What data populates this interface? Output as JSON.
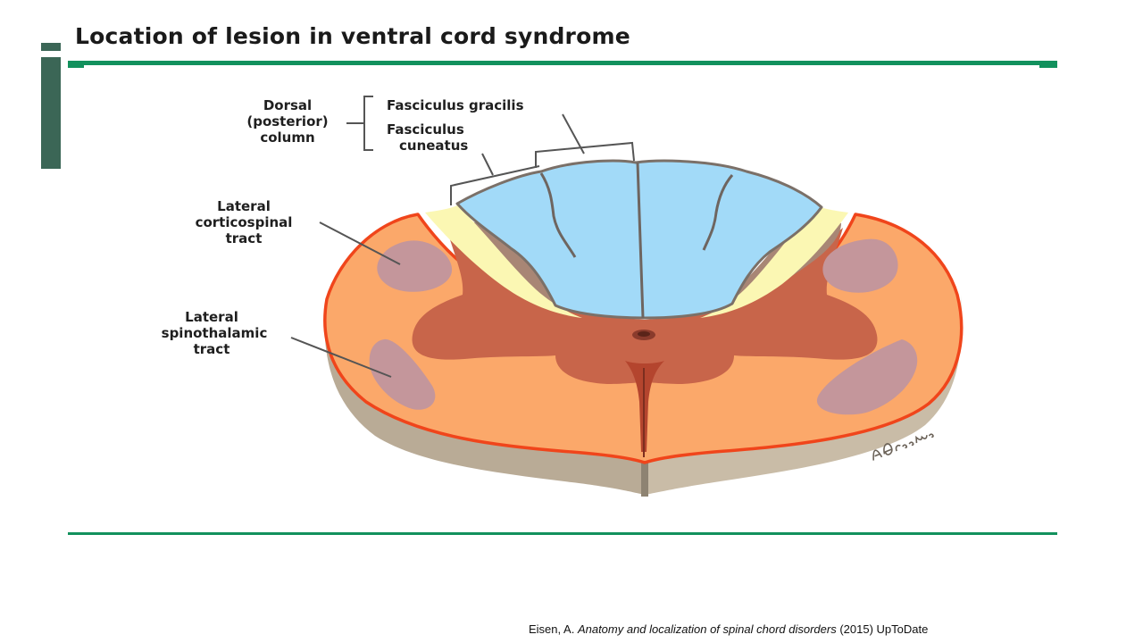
{
  "slide": {
    "title": "Location of lesion in ventral cord syndrome"
  },
  "diagram": {
    "labels": {
      "dorsal_line1": "Dorsal",
      "dorsal_line2": "(posterior)",
      "dorsal_line3": "column",
      "gracilis": "Fasciculus gracilis",
      "cuneatus_line1": "Fasciculus",
      "cuneatus_line2": "cuneatus",
      "corticospinal_line1": "Lateral",
      "corticospinal_line2": "corticospinal",
      "corticospinal_line3": "tract",
      "spinothalamic_line1": "Lateral",
      "spinothalamic_line2": "spinothalamic",
      "spinothalamic_line3": "tract"
    },
    "signature": "A. Greene",
    "colors": {
      "lesion_orange": "#fba86a",
      "lesion_border": "#f0451b",
      "gray_matter": "#c8654a",
      "dorsal_column_blue": "#a2daf8",
      "tract_mauve": "#c4969b",
      "dorsal_horn_brown": "#a88675",
      "rim_yellow": "#fbf7b3",
      "accent_green": "#12915d"
    }
  },
  "caption": {
    "author": "Eisen, A.",
    "work_title": "Anatomy and localization of spinal chord disorders",
    "year_source": "(2015) UpToDate"
  }
}
